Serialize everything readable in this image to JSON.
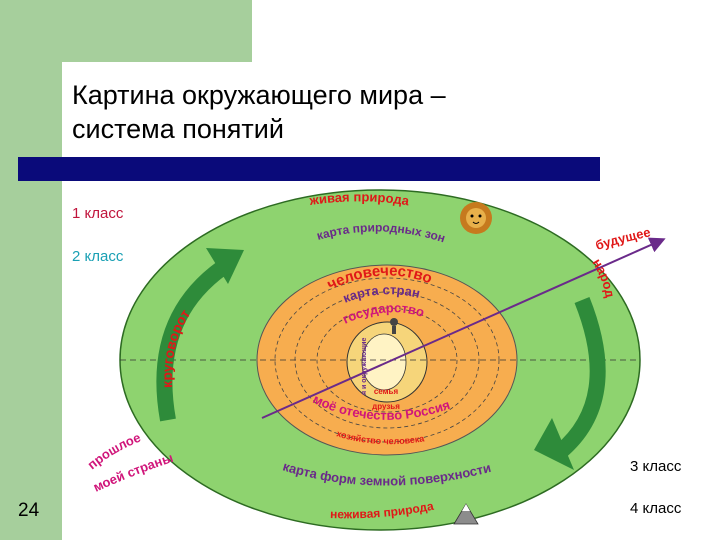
{
  "title": {
    "line1": "Картина окружающего мира –",
    "line2": "система понятий"
  },
  "page_number": "24",
  "grades": {
    "g1": "1 класс",
    "g2": "2 класс",
    "g3": "3 класс",
    "g4": "4 класс"
  },
  "diagram": {
    "outer": {
      "top1": "живая природа",
      "top2": "карта природных зон",
      "right1": "будущее",
      "right2": "народ",
      "left_arc": "круговорот",
      "left_bottom1": "прошлое",
      "left_bottom2": "моей страны",
      "bottom1": "карта форм земной поверхности",
      "bottom2": "неживая природа"
    },
    "middle": {
      "top1": "человечество",
      "top2": "карта стран",
      "top3": "государство",
      "bottom1": "моё отечество Россия",
      "bottom2": "хозяйство человека"
    },
    "inner": {
      "label1": "семья",
      "label2": "друзья",
      "center_vertical": "я и окружающие"
    }
  },
  "colors": {
    "outer_fill": "#8ed36f",
    "middle_fill": "#f7ad4f",
    "inner_fill": "#f6d57a",
    "text_red": "#e01818",
    "text_purple": "#6a2a8a",
    "text_magenta": "#d0157a",
    "grade1": "#c0143c",
    "grade2": "#1aa0b4",
    "arrow_green": "#2e8b3a"
  }
}
